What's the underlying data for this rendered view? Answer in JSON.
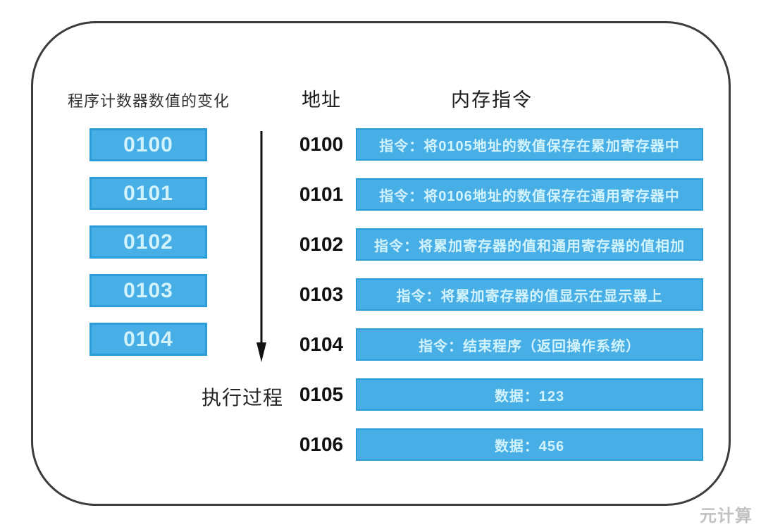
{
  "diagram": {
    "pc_column": {
      "header": "程序计数器数值的变化",
      "values": [
        "0100",
        "0101",
        "0102",
        "0103",
        "0104"
      ]
    },
    "arrow_label": "执行过程",
    "address_header": "地址",
    "memory_header": "内存指令",
    "memory_rows": [
      {
        "address": "0100",
        "content": "指令：将0105地址的数值保存在累加寄存器中"
      },
      {
        "address": "0101",
        "content": "指令：将0106地址的数值保存在通用寄存器中"
      },
      {
        "address": "0102",
        "content": "指令：将累加寄存器的值和通用寄存器的值相加"
      },
      {
        "address": "0103",
        "content": "指令：将累加寄存器的值显示在显示器上"
      },
      {
        "address": "0104",
        "content": "指令：结束程序（返回操作系统）"
      },
      {
        "address": "0105",
        "content": "数据：123"
      },
      {
        "address": "0106",
        "content": "数据：456"
      }
    ],
    "watermark": "元计算",
    "colors": {
      "bar_fill": "#47aee6",
      "bar_border": "#2b9cd8",
      "bar_text": "#d2f3fc",
      "frame_border": "#3c3c3c",
      "watermark": "#c2c2c2"
    }
  }
}
